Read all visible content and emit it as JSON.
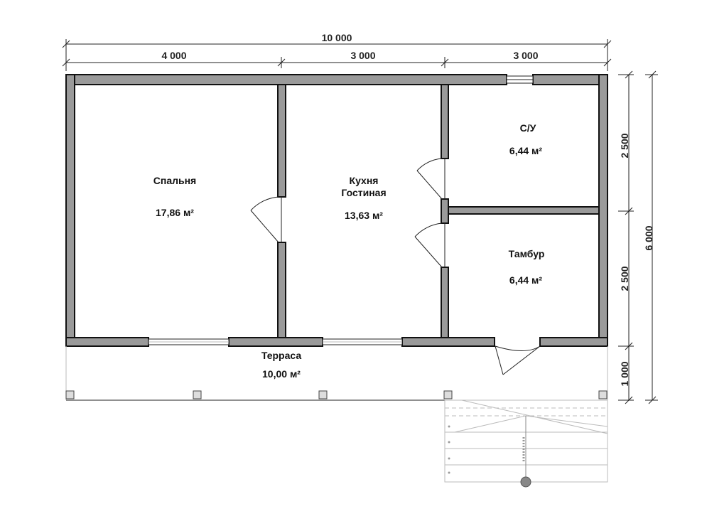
{
  "dimensions": {
    "total_width": "10 000",
    "segment_1": "4 000",
    "segment_2": "3 000",
    "segment_3": "3 000",
    "right_upper": "2 500",
    "right_lower": "2 500",
    "right_terrace": "1 000",
    "total_depth": "6 000"
  },
  "rooms": {
    "bedroom": {
      "name": "Спальня",
      "area": "17,86 м²"
    },
    "kitchen": {
      "name_line1": "Кухня",
      "name_line2": "Гостиная",
      "area": "13,63 м²"
    },
    "bathroom": {
      "name": "С/У",
      "area": "6,44 м²"
    },
    "vestibule": {
      "name": "Тамбур",
      "area": "6,44 м²"
    },
    "terrace": {
      "name": "Терраса",
      "area": "10,00 м²"
    }
  },
  "colors": {
    "wall_fill": "#9a9a9a",
    "outline": "#111111"
  }
}
